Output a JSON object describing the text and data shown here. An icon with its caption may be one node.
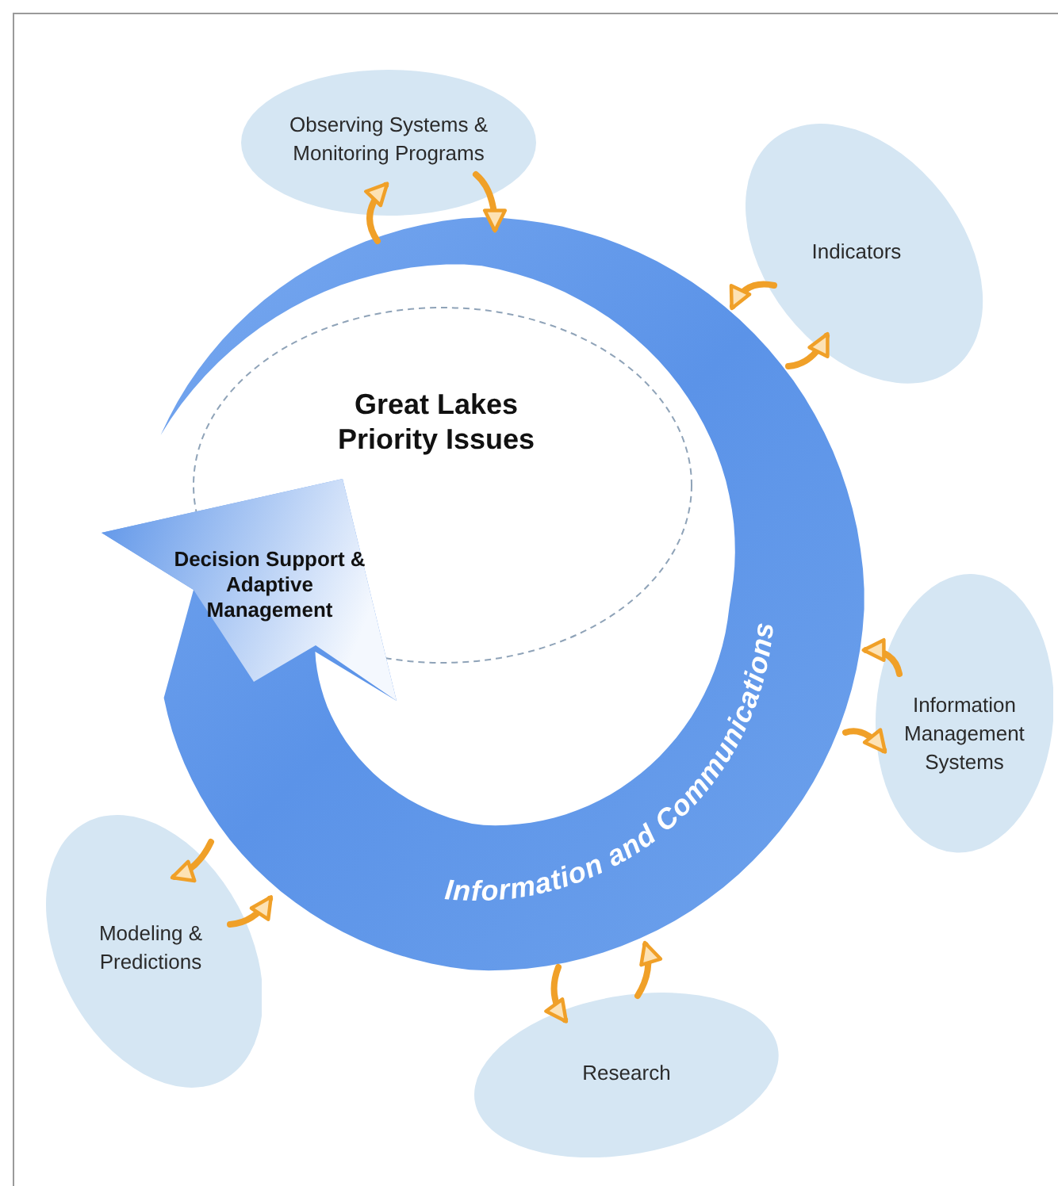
{
  "diagram": {
    "nodes": [
      {
        "text": [
          "Observing Systems & Monitoring Programs"
        ]
      },
      {
        "text": [
          "Indicators"
        ]
      },
      {
        "text": [
          "Information Management Systems"
        ]
      },
      {
        "text": [
          "Research"
        ]
      },
      {
        "text": [
          "Modeling & Predictions"
        ]
      },
      {
        "text": [
          "Decision Support & Adaptive Management",
          "Information and Communications"
        ]
      },
      {
        "text": [
          "Great Lakes Priority Issues"
        ]
      }
    ],
    "edges": [
      {
        "from": 5,
        "to": 0,
        "arrow": "to"
      },
      {
        "from": 0,
        "to": 5,
        "arrow": "to"
      },
      {
        "from": 1,
        "to": 5,
        "arrow": "to"
      },
      {
        "from": 5,
        "to": 1,
        "arrow": "to"
      },
      {
        "from": 2,
        "to": 5,
        "arrow": "to"
      },
      {
        "from": 5,
        "to": 2,
        "arrow": "to"
      },
      {
        "from": 5,
        "to": 3,
        "arrow": "to"
      },
      {
        "from": 3,
        "to": 5,
        "arrow": "to"
      },
      {
        "from": 5,
        "to": 4,
        "arrow": "to"
      },
      {
        "from": 4,
        "to": 5,
        "arrow": "to"
      }
    ]
  }
}
